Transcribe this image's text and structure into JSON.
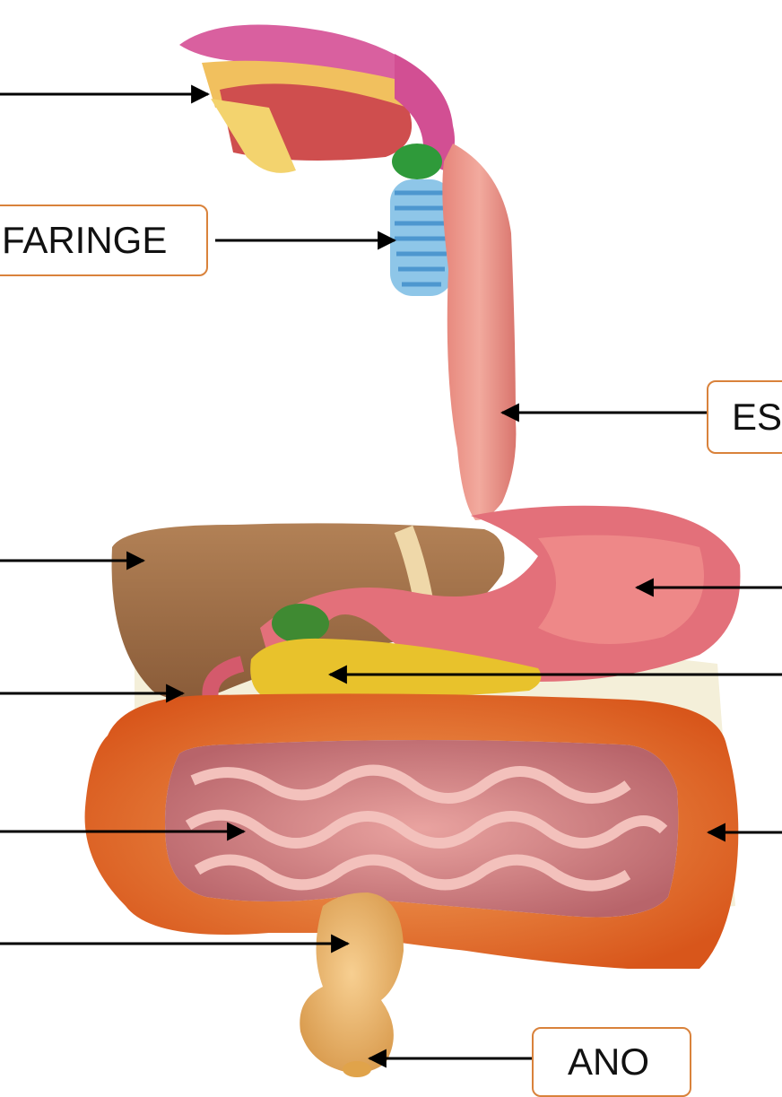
{
  "labels": {
    "faringe": "FARINGE",
    "esofago_partial": "ES",
    "ano": "ANO"
  },
  "colors": {
    "label_border": "#d9823b",
    "arrow": "#000000"
  }
}
